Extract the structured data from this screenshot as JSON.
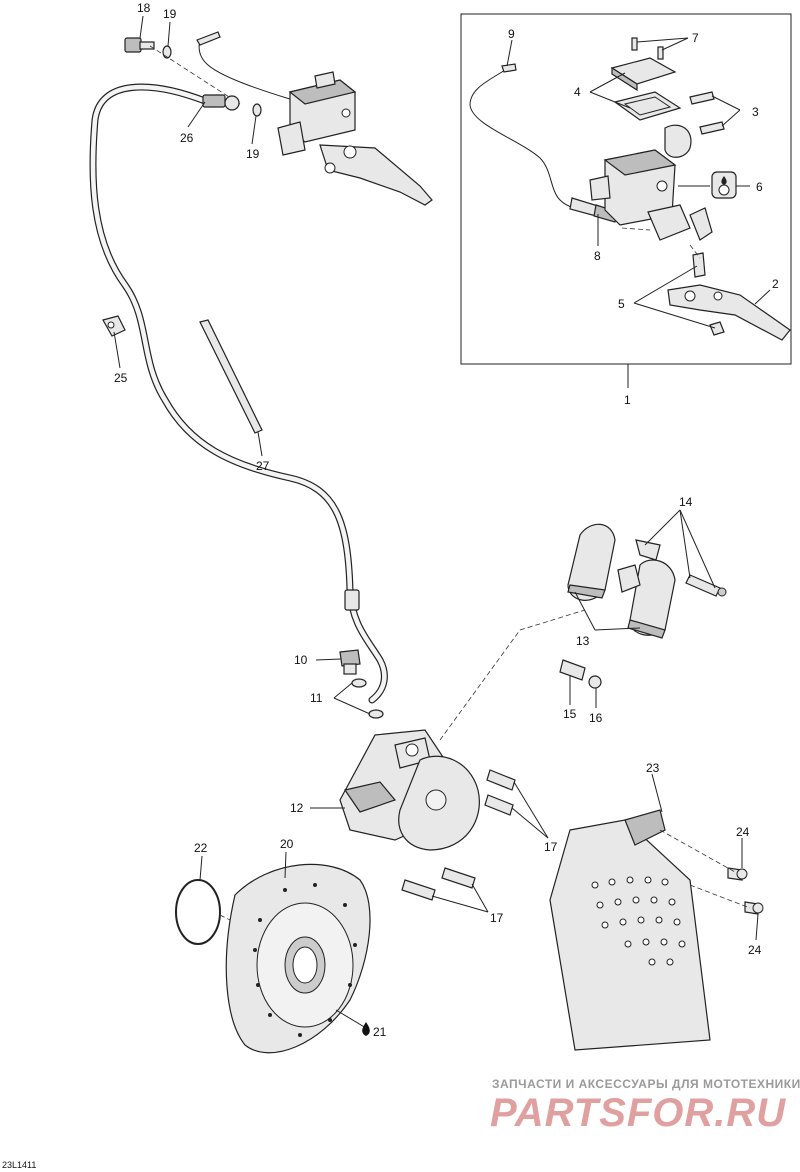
{
  "diagram_code": "23L1411",
  "watermark": {
    "tagline": "ЗАПЧАСТИ И АКСЕССУАРЫ ДЛЯ МОТОТЕХНИКИ",
    "brand": "PARTSFOR.RU"
  },
  "callouts": {
    "c1": "1",
    "c2": "2",
    "c3": "3",
    "c4": "4",
    "c5": "5",
    "c6": "6",
    "c7": "7",
    "c8": "8",
    "c9": "9",
    "c10": "10",
    "c11": "11",
    "c12": "12",
    "c13": "13",
    "c14": "14",
    "c15": "15",
    "c16": "16",
    "c17a": "17",
    "c17b": "17",
    "c18": "18",
    "c19a": "19",
    "c19b": "19",
    "c20": "20",
    "c21": "21",
    "c22": "22",
    "c23": "23",
    "c24a": "24",
    "c24b": "24",
    "c25": "25",
    "c26": "26",
    "c27": "27"
  }
}
